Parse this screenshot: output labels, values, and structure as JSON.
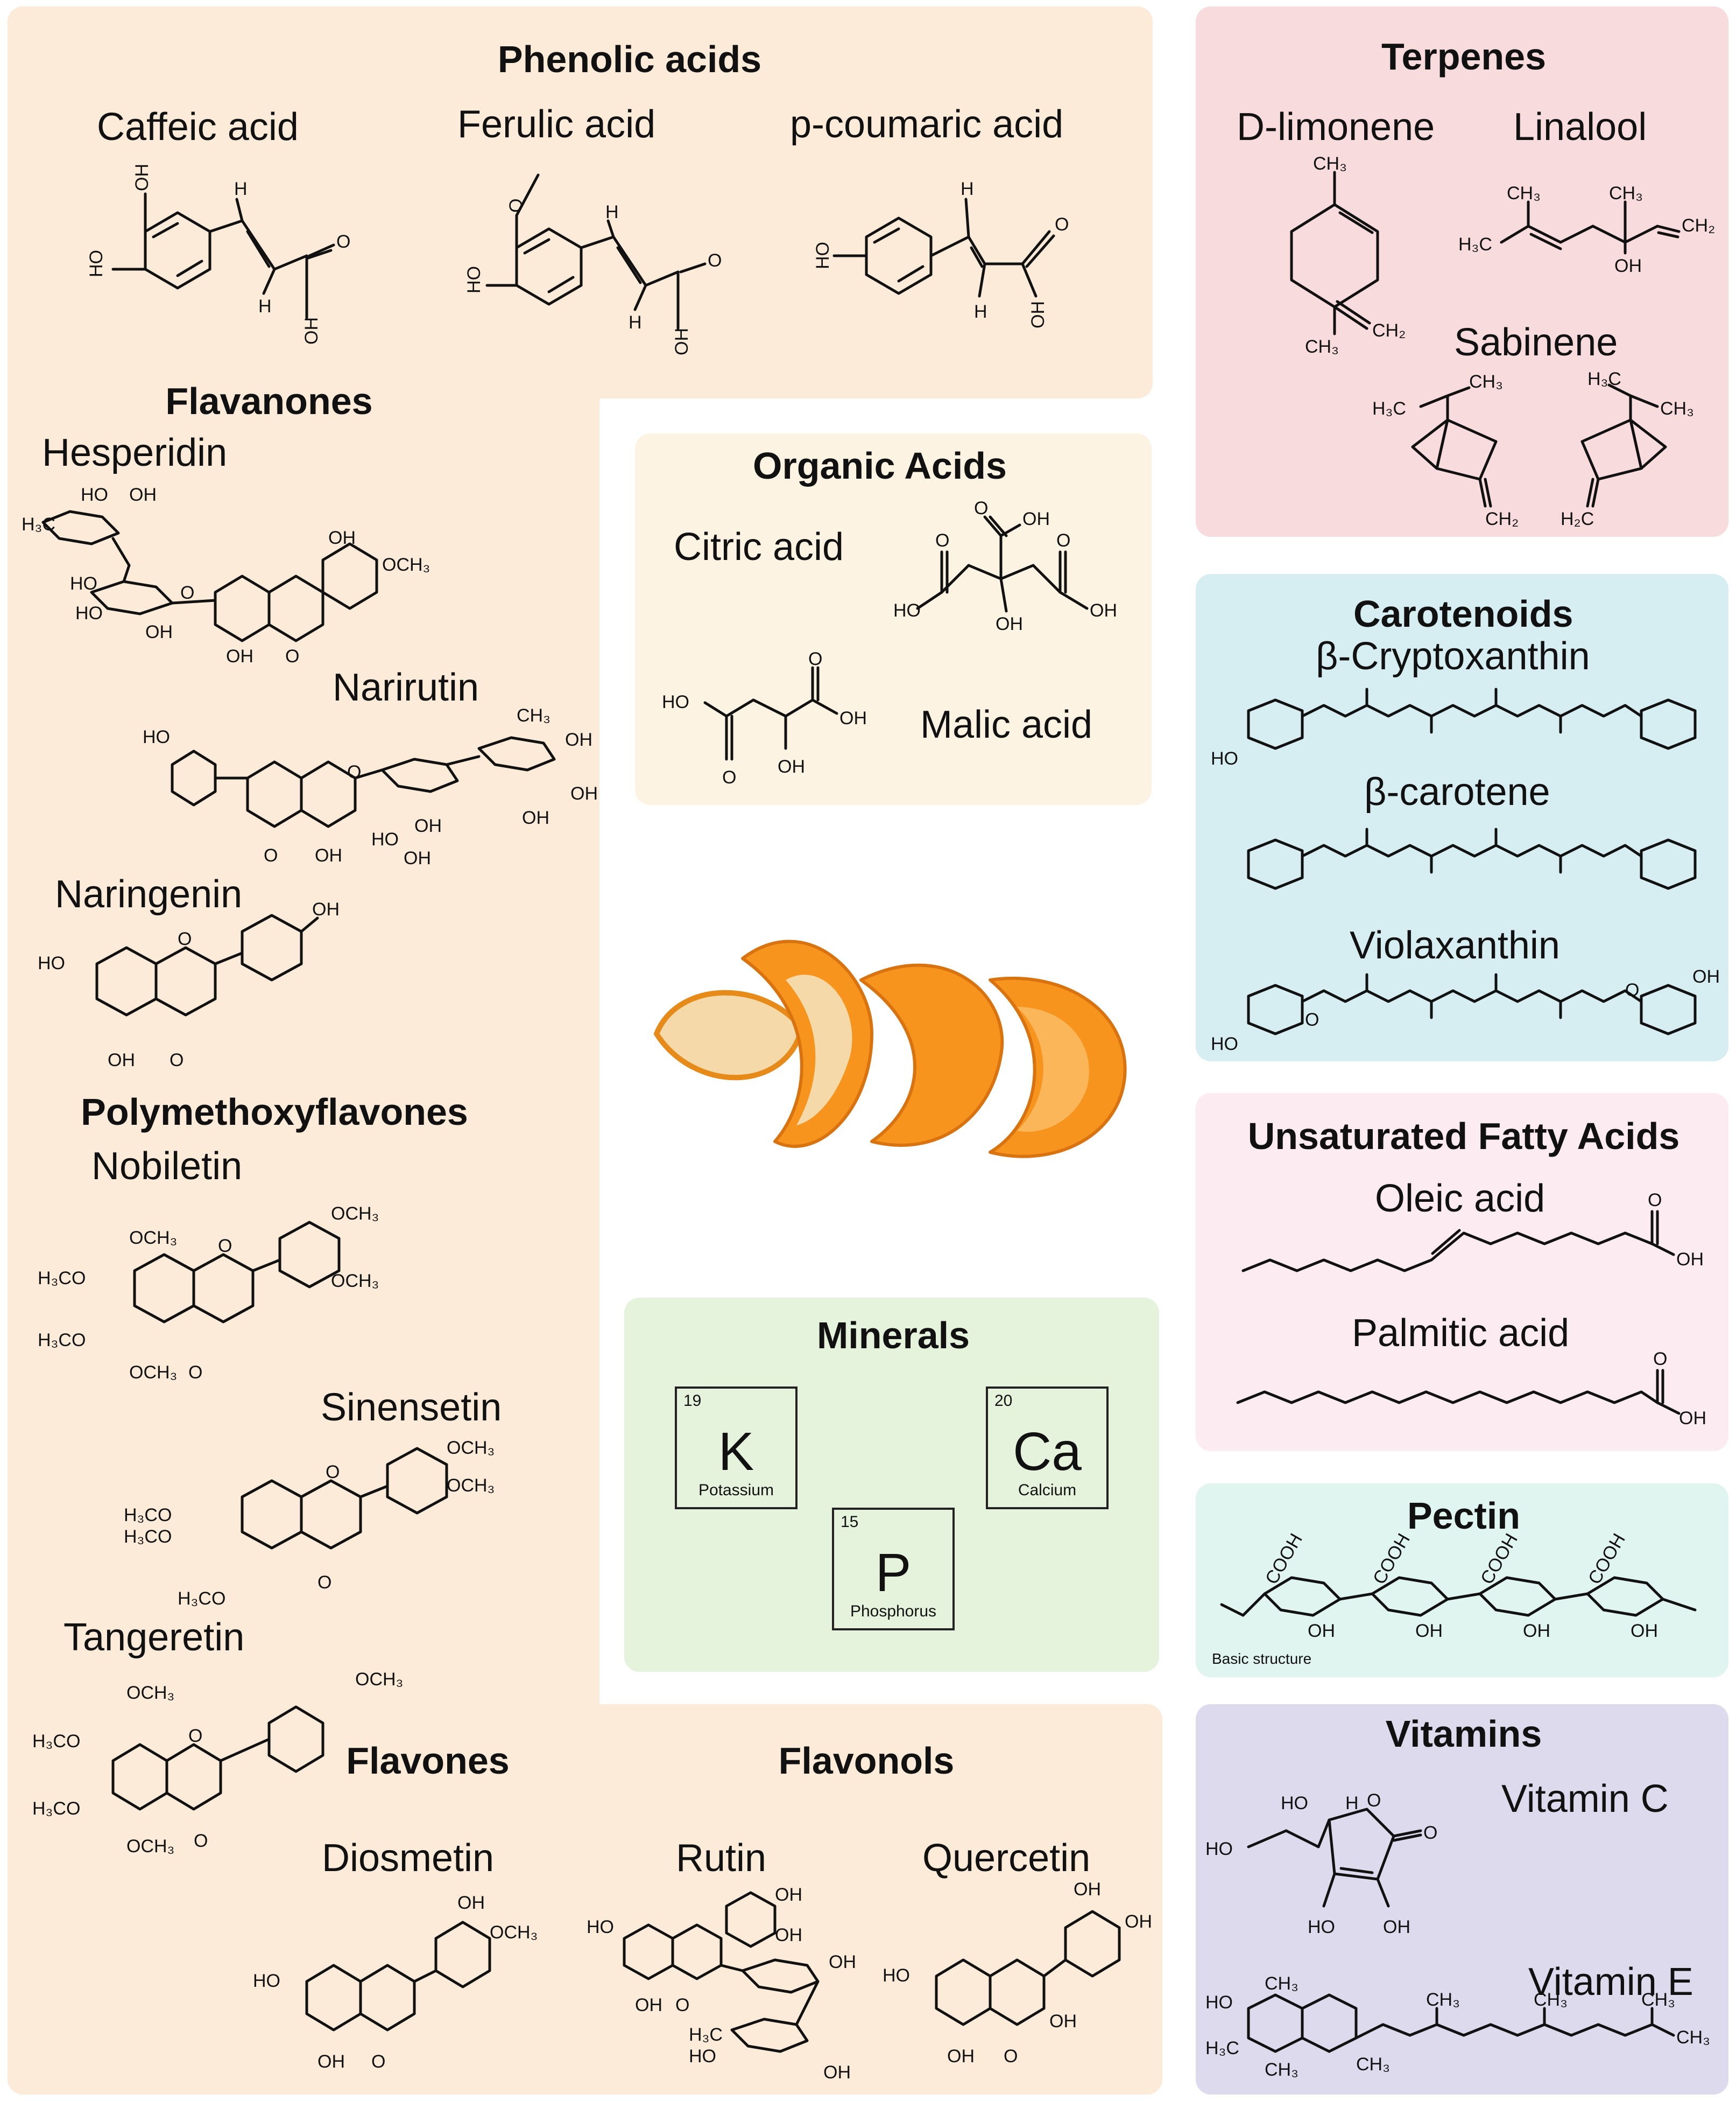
{
  "panels": {
    "phenolic": {
      "title": "Phenolic acids",
      "color": "#fdebd9",
      "compounds": [
        "Caffeic acid",
        "Ferulic acid",
        "p-coumaric acid"
      ]
    },
    "flavanones": {
      "title": "Flavanones",
      "compounds": [
        "Hesperidin",
        "Narirutin",
        "Naringenin"
      ]
    },
    "pmf": {
      "title": "Polymethoxyflavones",
      "compounds": [
        "Nobiletin",
        "Sinensetin",
        "Tangeretin"
      ]
    },
    "flavones": {
      "title": "Flavones",
      "compounds": [
        "Diosmetin"
      ]
    },
    "flavonols": {
      "title": "Flavonols",
      "compounds": [
        "Rutin",
        "Quercetin"
      ]
    },
    "organic": {
      "title": "Organic Acids",
      "color": "#fdf3e3",
      "compounds": [
        "Citric acid",
        "Malic acid"
      ]
    },
    "minerals": {
      "title": "Minerals",
      "color": "#e6f3dc",
      "elements": [
        {
          "number": "19",
          "symbol": "K",
          "name": "Potassium"
        },
        {
          "number": "20",
          "symbol": "Ca",
          "name": "Calcium"
        },
        {
          "number": "15",
          "symbol": "P",
          "name": "Phosphorus"
        }
      ]
    },
    "terpenes": {
      "title": "Terpenes",
      "color": "#f8dbdc",
      "compounds": [
        "D-limonene",
        "Linalool",
        "Sabinene"
      ]
    },
    "carotenoids": {
      "title": "Carotenoids",
      "color": "#d6eef1",
      "compounds": [
        "β-Cryptoxanthin",
        "β-carotene",
        "Violaxanthin"
      ]
    },
    "fatty": {
      "title": "Unsaturated Fatty Acids",
      "color": "#fcebf1",
      "compounds": [
        "Oleic acid",
        "Palmitic acid"
      ]
    },
    "pectin": {
      "title": "Pectin",
      "color": "#e0f5ef",
      "note": "Basic structure"
    },
    "vitamins": {
      "title": "Vitamins",
      "color": "#dedaed",
      "compounds": [
        "Vitamin C",
        "Vitamin E"
      ]
    }
  },
  "colors": {
    "flavonoid_panel": "#fdebd9",
    "orange_peel": "#f7941d",
    "peel_inner": "#f6d9a8"
  },
  "icons": [
    "orange-peel-illustration"
  ],
  "atom_labels": {
    "oh": "OH",
    "ho": "HO",
    "h": "H",
    "o": "O",
    "ch3": "CH₃",
    "och3": "OCH₃",
    "h3co": "H₃CO",
    "h3c": "H₃C",
    "ch2": "CH₂",
    "h2c": "H₂C",
    "cooh": "COOH"
  }
}
